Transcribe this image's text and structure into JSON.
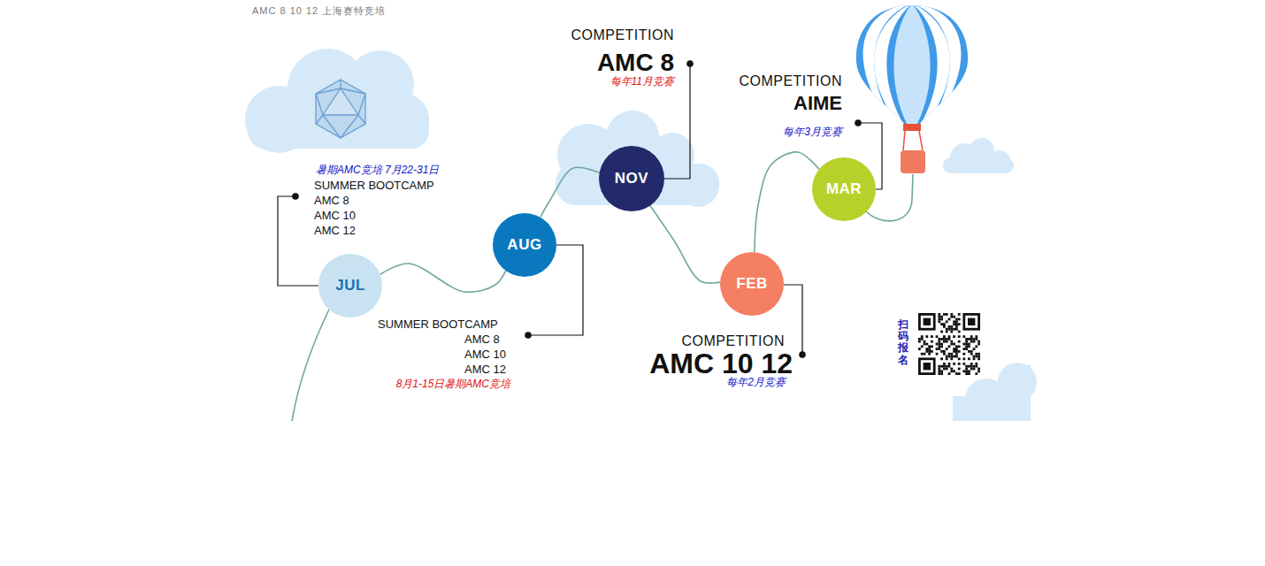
{
  "diagram": {
    "title": "AMC 8 10 12 上海赛特竞培",
    "nodes": [
      {
        "text": [
          "JUL"
        ]
      },
      {
        "text": [
          "AUG"
        ]
      },
      {
        "text": [
          "NOV"
        ]
      },
      {
        "text": [
          "FEB"
        ]
      },
      {
        "text": [
          "MAR"
        ]
      }
    ],
    "edges": [
      {
        "from": 0,
        "to": 1,
        "arrow": "none"
      },
      {
        "from": 1,
        "to": 2,
        "arrow": "none"
      },
      {
        "from": 2,
        "to": 3,
        "arrow": "none"
      },
      {
        "from": 3,
        "to": 4,
        "arrow": "none"
      }
    ],
    "labels": [
      "暑期AMC竞培 7月22-31日",
      "SUMMER BOOTCAMP",
      "AMC 8",
      "AMC 10",
      "AMC 12",
      "SUMMER BOOTCAMP",
      "AMC 8",
      "AMC 10",
      "AMC 12",
      "8月1-15日暑期AMC竞培",
      "COMPETITION",
      "AMC 8",
      "每年11月竞赛",
      "COMPETITION",
      "AIME",
      "每年3月竞赛",
      "COMPETITION",
      "AMC 10 12",
      "每年2月竞赛",
      "扫码报名"
    ]
  }
}
